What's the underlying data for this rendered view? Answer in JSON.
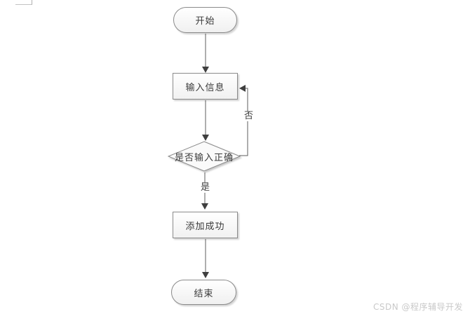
{
  "diagram": {
    "title": "add-record-flowchart",
    "nodes": {
      "start": {
        "label": "开始",
        "type": "terminator"
      },
      "input": {
        "label": "输入信息",
        "type": "process"
      },
      "decision": {
        "label": "是否输入正确",
        "type": "decision"
      },
      "success": {
        "label": "添加成功",
        "type": "process"
      },
      "end": {
        "label": "结束",
        "type": "terminator"
      }
    },
    "edges": {
      "no_label": "否",
      "yes_label": "是"
    }
  },
  "watermark": {
    "text": "CSDN @程序辅导开发"
  },
  "colors": {
    "node_border": "#8a8a8a",
    "node_fill_top": "#ffffff",
    "node_fill_bottom": "#f0f0f0",
    "connector_line": "#5e5e5e",
    "arrowhead": "#3f3f3f",
    "node_text": "#3a3a3a",
    "watermark_text": "#c9c9c9",
    "background": "#ffffff"
  }
}
